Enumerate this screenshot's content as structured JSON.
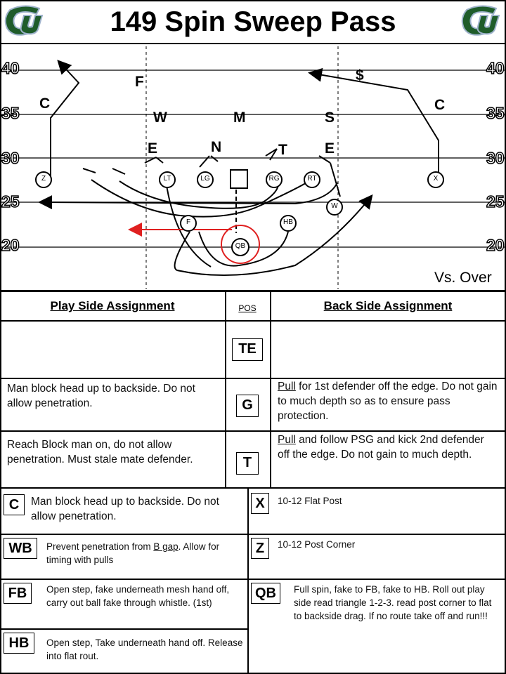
{
  "title": "149 Spin Sweep Pass",
  "logo_text": "CU",
  "vs_label": "Vs. Over",
  "yard_numbers": [
    "40",
    "35",
    "30",
    "25",
    "20"
  ],
  "defense": {
    "f": "F",
    "dollar": "$",
    "c_left": "C",
    "c_right": "C",
    "w": "W",
    "m": "M",
    "s": "S",
    "e_left": "E",
    "n": "N",
    "t": "T",
    "e_right": "E"
  },
  "offense": {
    "z": "Z",
    "lt": "LT",
    "lg": "LG",
    "rg": "RG",
    "rt": "RT",
    "x": "X",
    "w": "W",
    "f": "F",
    "hb": "HB",
    "qb": "QB"
  },
  "table": {
    "play_side_header": "Play Side Assignment",
    "pos_header": "POS",
    "back_side_header": "Back Side Assignment",
    "te_label": "TE",
    "g_label": "G",
    "g_play": "Man block head up to backside.  Do not allow penetration.",
    "g_back_pull": "Pull",
    "g_back_rest": " for 1st defender off the edge.  Do not gain to much depth so as to ensure pass protection.",
    "t_label": "T",
    "t_play": "Reach Block man on, do not allow penetration.  Must stale mate defender.",
    "t_back_pull": "Pull",
    "t_back_rest": " and follow PSG and kick 2nd defender off the edge.  Do not gain to much depth."
  },
  "lower": {
    "c_label": "C",
    "c_text": "Man block head up to backside. Do not allow penetration.",
    "wb_label": "WB",
    "wb_text_1": "Prevent penetration from ",
    "wb_text_gap": "B gap",
    "wb_text_2": ".  Allow for timing with pulls",
    "fb_label": "FB",
    "fb_text": "Open step,  fake underneath mesh hand off, carry out ball fake through whistle. (1st)",
    "hb_label": "HB",
    "hb_text": "Open step, Take underneath hand off. Release into flat rout.",
    "x_label": "X",
    "x_text": "10-12 Flat Post",
    "z_label": "Z",
    "z_text": "10-12 Post Corner",
    "qb_label": "QB",
    "qb_text": "Full spin, fake to FB, fake to HB.  Roll out play side read triangle 1-2-3.  read post corner to flat to backside drag.  If no route take off and run!!!"
  },
  "colors": {
    "logo_green": "#1f5c2a",
    "logo_blue": "#9fb3cc",
    "qb_circle": "#e02020",
    "arrow_red": "#e02020"
  }
}
